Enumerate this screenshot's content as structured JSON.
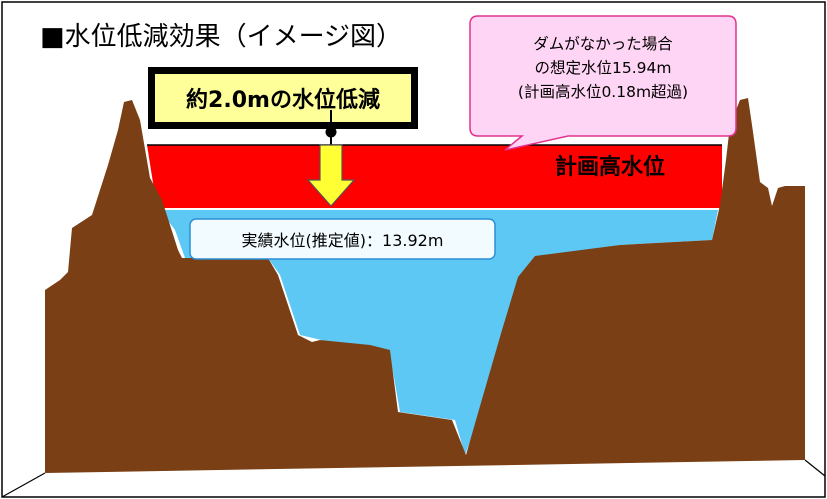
{
  "title": "■水位低減効果（イメージ図）",
  "reduction_label": "約2.0mの水位低減",
  "callout": {
    "line1": "ダムがなかった場合",
    "line2": "の想定水位15.94m",
    "line3": "(計画高水位0.18m超過)"
  },
  "plan_level_label": "計画高水位",
  "actual_level_label": "実績水位(推定値)：13.92m",
  "colors": {
    "terrain": "#7a3f14",
    "plan_band": "#ff0000",
    "actual_water": "#5ec8f5",
    "arrow_fill": "#ffff33",
    "callout_fill": "#ffd5f5",
    "callout_border": "#e0338d",
    "label_box_fill": "#ffff99"
  },
  "icons": {
    "arrow": "down-arrow-icon",
    "marker": "dot-marker-icon"
  }
}
